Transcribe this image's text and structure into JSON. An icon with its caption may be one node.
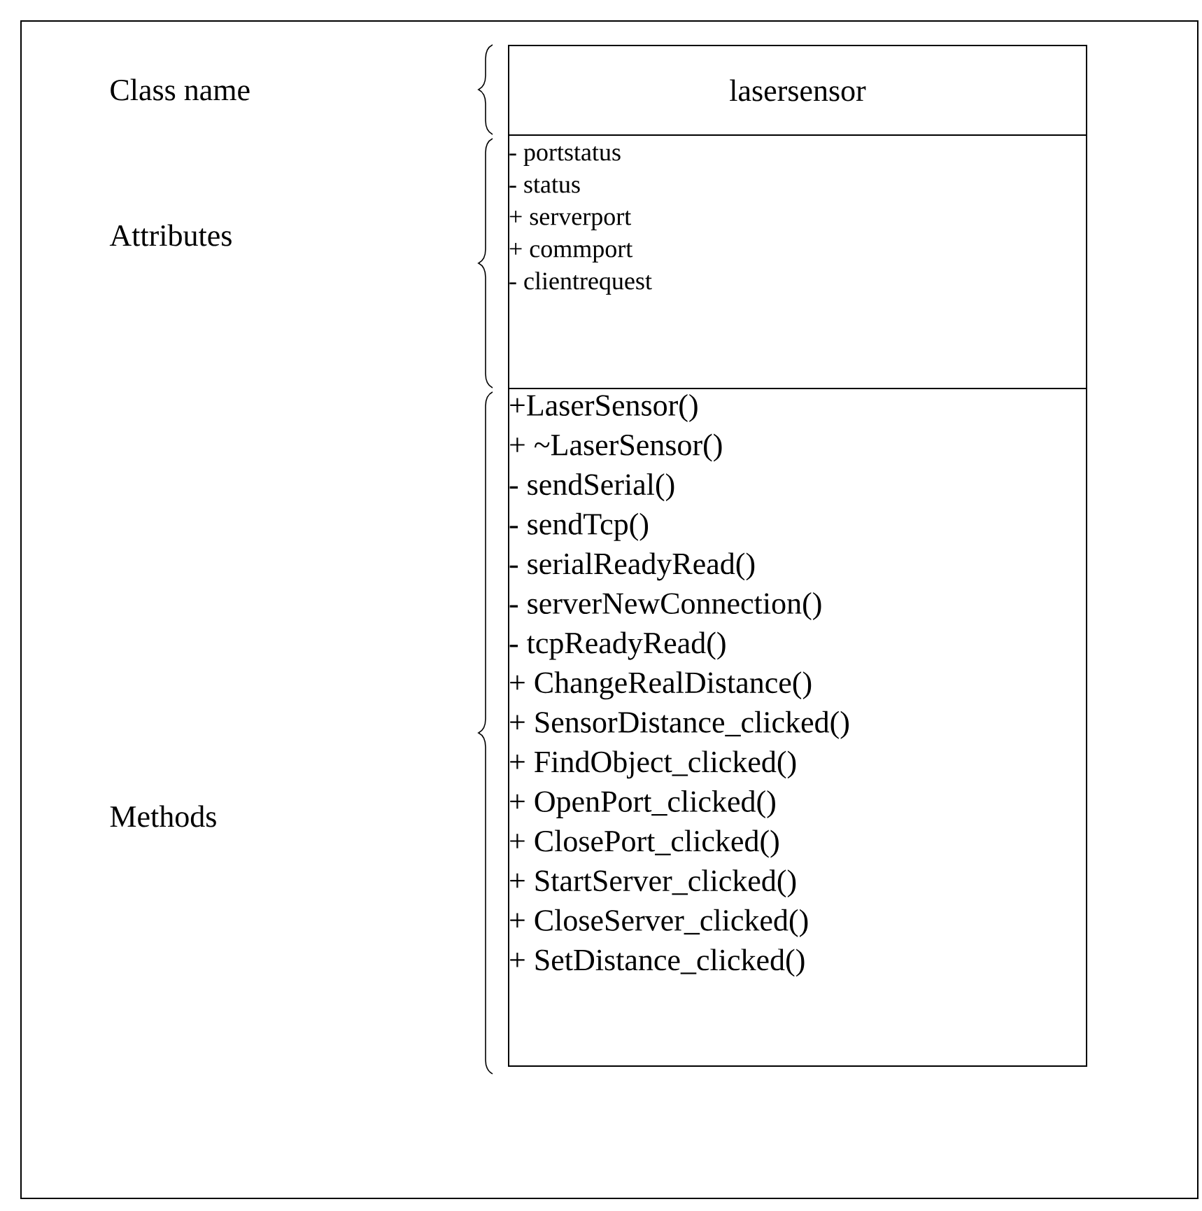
{
  "diagram": {
    "nodes": [
      {
        "text": [
          "lasersensor"
        ]
      },
      {
        "text": [
          "- portstatus",
          "- status",
          "+ serverport",
          "+ commport",
          "- clientrequest"
        ]
      },
      {
        "text": [
          "+LaserSensor()",
          "+ ~LaserSensor()",
          "- sendSerial()",
          "- sendTcp()",
          "- serialReadyRead()",
          "- serverNewConnection()",
          "- tcpReadyRead()",
          "+ ChangeRealDistance()",
          "+ SensorDistance_clicked()",
          "+ FindObject_clicked()",
          "+ OpenPort_clicked()",
          "+ ClosePort_clicked()",
          "+ StartServer_clicked()",
          "+ CloseServer_clicked()",
          "+ SetDistance_clicked()"
        ]
      }
    ],
    "labels": [
      "Class name",
      "Attributes",
      "Methods"
    ]
  }
}
